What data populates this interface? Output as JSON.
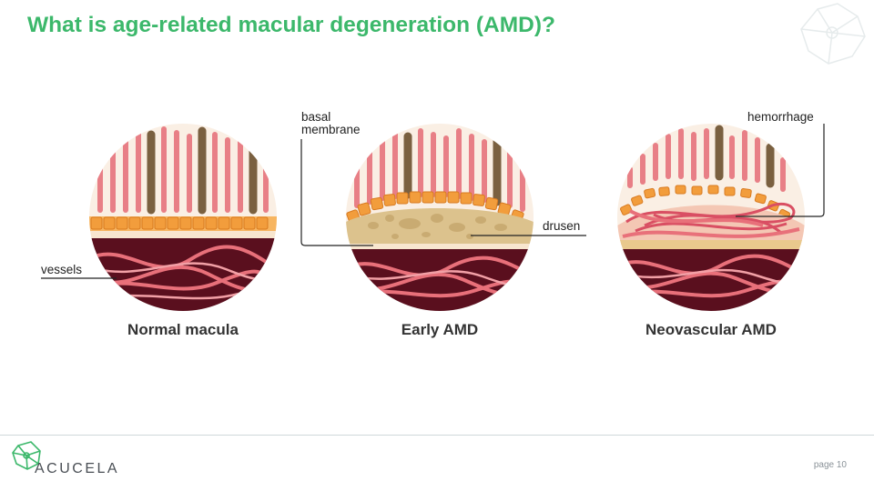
{
  "slide": {
    "title": "What is age-related macular degeneration (AMD)?",
    "page_label": "page 10",
    "logo_text": "ACUCELA"
  },
  "panels": [
    {
      "id": "normal",
      "caption": "Normal macula"
    },
    {
      "id": "early",
      "caption": "Early AMD"
    },
    {
      "id": "neovascular",
      "caption": "Neovascular AMD"
    }
  ],
  "callouts": {
    "vessels": "vessels",
    "basal_line1": "basal",
    "basal_line2": "membrane",
    "drusen": "drusen",
    "hemorrhage": "hemorrhage"
  },
  "colors": {
    "title_green": "#3cb86b",
    "rod_pink": "#e87f86",
    "cone_brown": "#7a6040",
    "rpe_orange": "#f29d3c",
    "choroid": "#5a0f1e",
    "vessel_pink": "#e8707a",
    "drusen_tan": "#dcc28d"
  }
}
